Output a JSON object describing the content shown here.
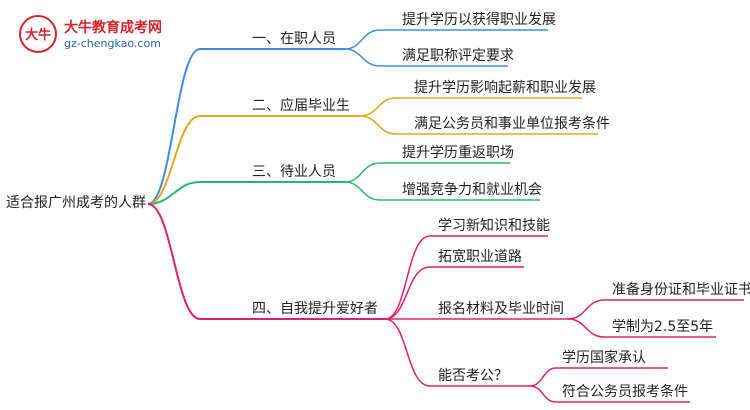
{
  "logo": {
    "name": "大牛教育成考网",
    "url": "gz-chengkao.com",
    "mark_text": "大牛"
  },
  "root": {
    "label": "适合报广州成考的人群"
  },
  "branches": [
    {
      "label": "一、在职人员",
      "color": "#3b8de3",
      "children": [
        {
          "label": "提升学历以获得职业发展"
        },
        {
          "label": "满足职称评定要求"
        }
      ]
    },
    {
      "label": "二、应届毕业生",
      "color": "#e8a515",
      "children": [
        {
          "label": "提升学历影响起薪和职业发展"
        },
        {
          "label": "满足公务员和事业单位报考条件"
        }
      ]
    },
    {
      "label": "三、待业人员",
      "color": "#27b86a",
      "children": [
        {
          "label": "提升学历重返职场"
        },
        {
          "label": "增强竞争力和就业机会"
        }
      ]
    },
    {
      "label": "四、自我提升爱好者",
      "color": "#e0206a",
      "children": [
        {
          "label": "学习新知识和技能"
        },
        {
          "label": "拓宽职业道路"
        },
        {
          "label": "报名材料及毕业时间",
          "children": [
            {
              "label": "准备身份证和毕业证书"
            },
            {
              "label": "学制为2.5至5年"
            }
          ]
        },
        {
          "label": "能否考公？",
          "children": [
            {
              "label": "学历国家承认"
            },
            {
              "label": "符合公务员报考条件"
            }
          ]
        }
      ]
    }
  ]
}
